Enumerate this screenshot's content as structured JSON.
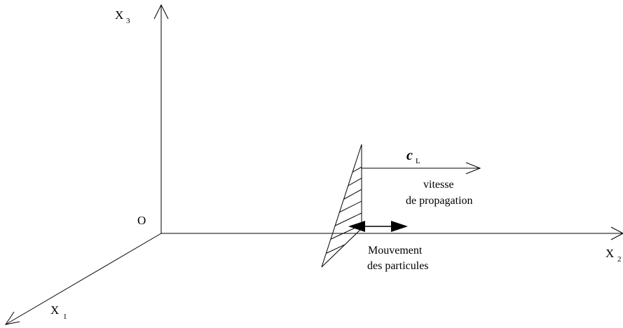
{
  "axes": {
    "x3": {
      "main": "X",
      "sub": "3"
    },
    "x2": {
      "main": "X",
      "sub": "2"
    },
    "x1": {
      "main": "X",
      "sub": "1"
    },
    "origin": "O"
  },
  "wave": {
    "speed_symbol": {
      "main": "c",
      "sub": "L"
    },
    "speed_caption": [
      "vitesse",
      "de propagation"
    ],
    "particle_caption": [
      "Mouvement",
      "des particules"
    ]
  }
}
